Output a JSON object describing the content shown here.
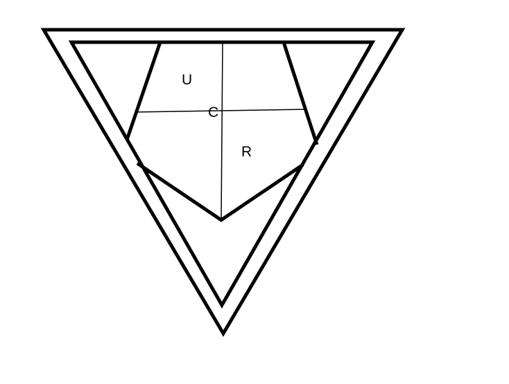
{
  "labels": {
    "u": "U",
    "c": "C",
    "r": "R"
  },
  "colors": {
    "stroke": "#000000",
    "background": "#ffffff"
  }
}
